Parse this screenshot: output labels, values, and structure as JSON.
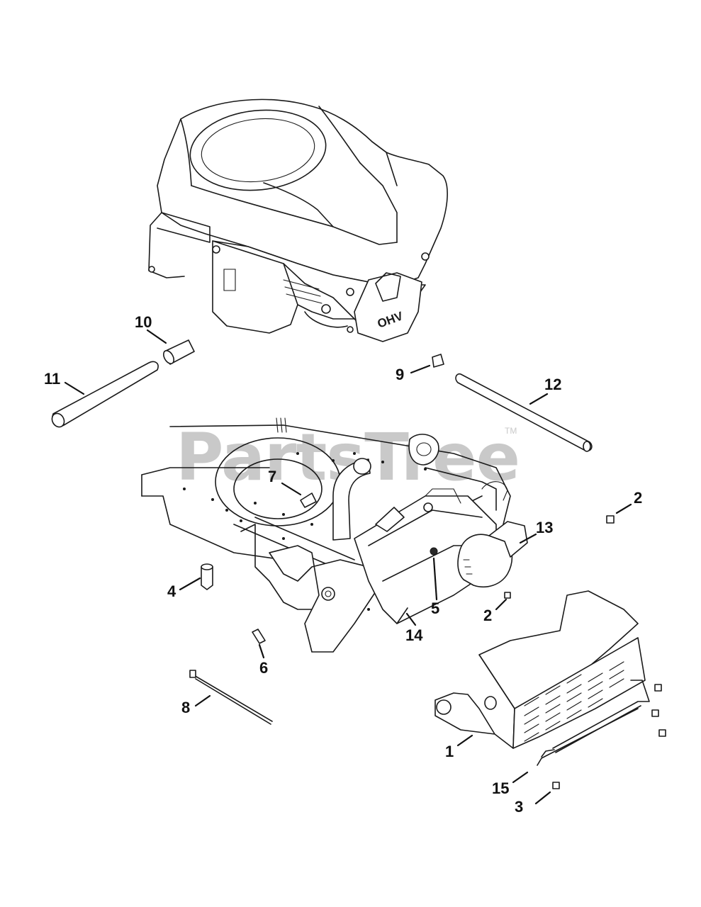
{
  "watermark": {
    "text": "PartsTree",
    "trademark": "TM"
  },
  "engine_badge": "OHV",
  "callouts": [
    {
      "id": "1",
      "part": "heat-shield"
    },
    {
      "id": "2",
      "part": "screw"
    },
    {
      "id": "2",
      "part": "screw"
    },
    {
      "id": "3",
      "part": "bolt"
    },
    {
      "id": "4",
      "part": "nut"
    },
    {
      "id": "5",
      "part": "bolt"
    },
    {
      "id": "6",
      "part": "fitting"
    },
    {
      "id": "7",
      "part": "cable-tie"
    },
    {
      "id": "8",
      "part": "cap"
    },
    {
      "id": "9",
      "part": "hose-clamp"
    },
    {
      "id": "10",
      "part": "hose"
    },
    {
      "id": "11",
      "part": "muffler"
    },
    {
      "id": "12",
      "part": "tube"
    },
    {
      "id": "13",
      "part": "spark-arrestor"
    },
    {
      "id": "14",
      "part": "screw"
    },
    {
      "id": "15",
      "part": "guard-rod"
    }
  ]
}
